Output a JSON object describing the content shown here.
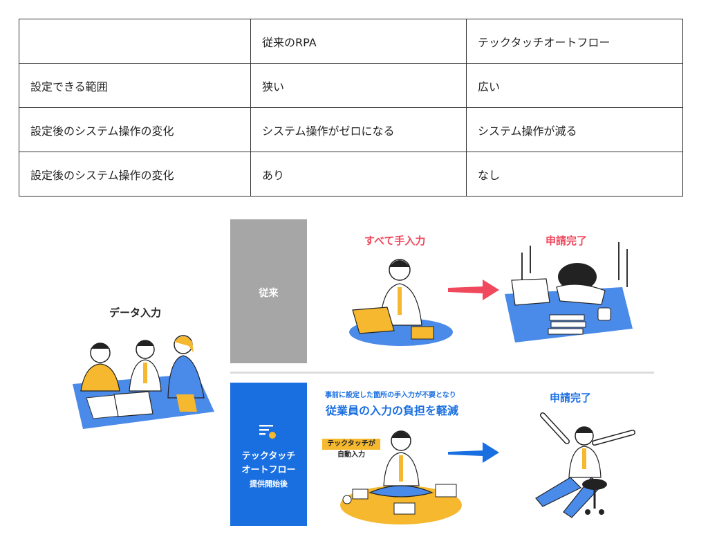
{
  "table": {
    "header": [
      "",
      "従来のRPA",
      "テックタッチオートフロー"
    ],
    "rows": [
      [
        "設定できる範囲",
        "狭い",
        "広い"
      ],
      [
        "設定後のシステム操作の変化",
        "システム操作がゼロになる",
        "システム操作が減る"
      ],
      [
        "設定後のシステム操作の変化",
        "あり",
        "なし"
      ]
    ]
  },
  "illustration": {
    "data_entry_label": "データ入力",
    "traditional_panel_label": "従来",
    "manual_label": "すべて手入力",
    "done_label_top": "申請完了",
    "sub_caption": "事前に設定した箇所の手入力が不要となり",
    "main_caption": "従業員の入力の負担を軽減",
    "auto_bubble_line1": "テックタッチが",
    "auto_bubble_line2": "自動入力",
    "techtouch_panel_line1": "テックタッチ",
    "techtouch_panel_line2": "オートフロー",
    "techtouch_panel_line3": "提供開始後",
    "done_label_bottom": "申請完了",
    "colors": {
      "gray_panel": "#a6a6a6",
      "blue_panel": "#1a6fe0",
      "red_arrow": "#f0485d",
      "blue_arrow": "#1a6fe0",
      "desk_blue": "#4a8ae8",
      "accent_yellow": "#f5b82e"
    }
  }
}
